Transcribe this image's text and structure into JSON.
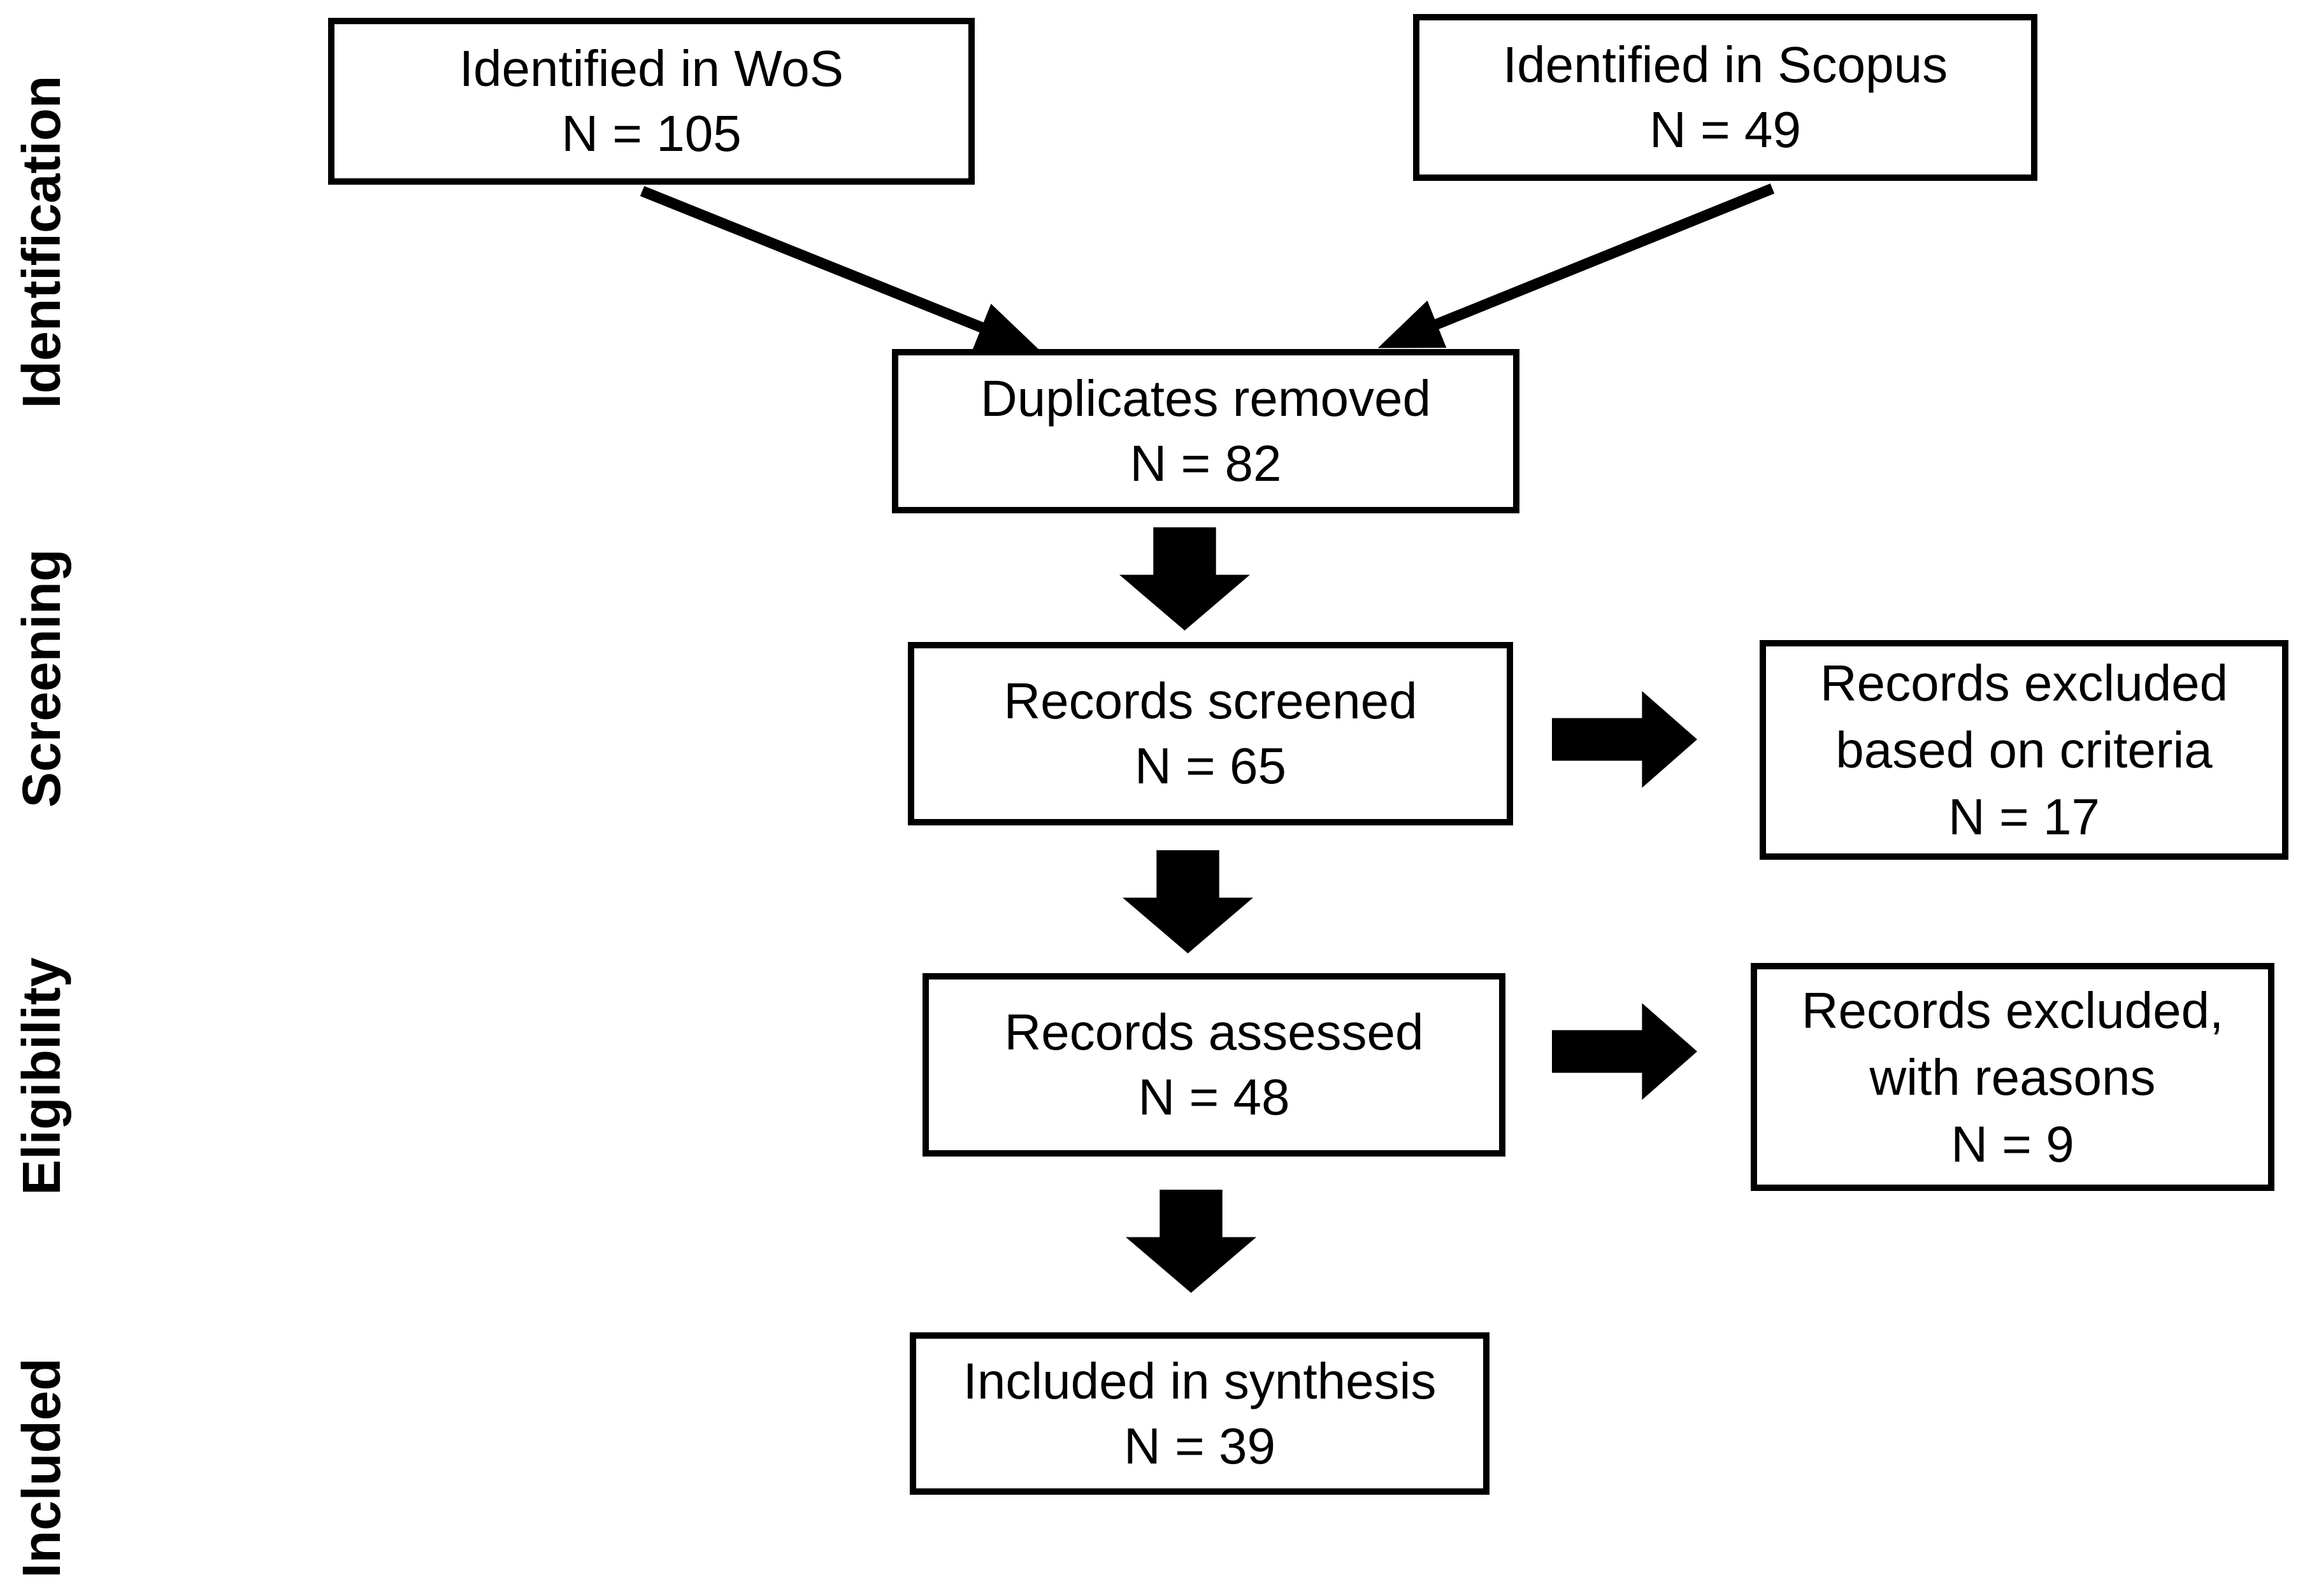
{
  "colors": {
    "ink": "#000000",
    "paper": "#ffffff"
  },
  "stages": {
    "identification": "Identification",
    "screening": "Screening",
    "eligibility": "Eligibility",
    "included": "Included"
  },
  "boxes": {
    "wos": {
      "label": "Identified in WoS",
      "count": "N = 105"
    },
    "scopus": {
      "label": "Identified in Scopus",
      "count": "N = 49"
    },
    "duplicates": {
      "label": "Duplicates removed",
      "count": "N = 82"
    },
    "screened": {
      "label": "Records screened",
      "count": "N = 65"
    },
    "excluded_screening": {
      "label": "Records excluded based on criteria",
      "count": "N = 17"
    },
    "assessed": {
      "label": "Records assessed",
      "count": "N = 48"
    },
    "excluded_assessment": {
      "label": "Records excluded, with reasons",
      "count": "N = 9"
    },
    "included": {
      "label": "Included in synthesis",
      "count": "N = 39"
    }
  }
}
